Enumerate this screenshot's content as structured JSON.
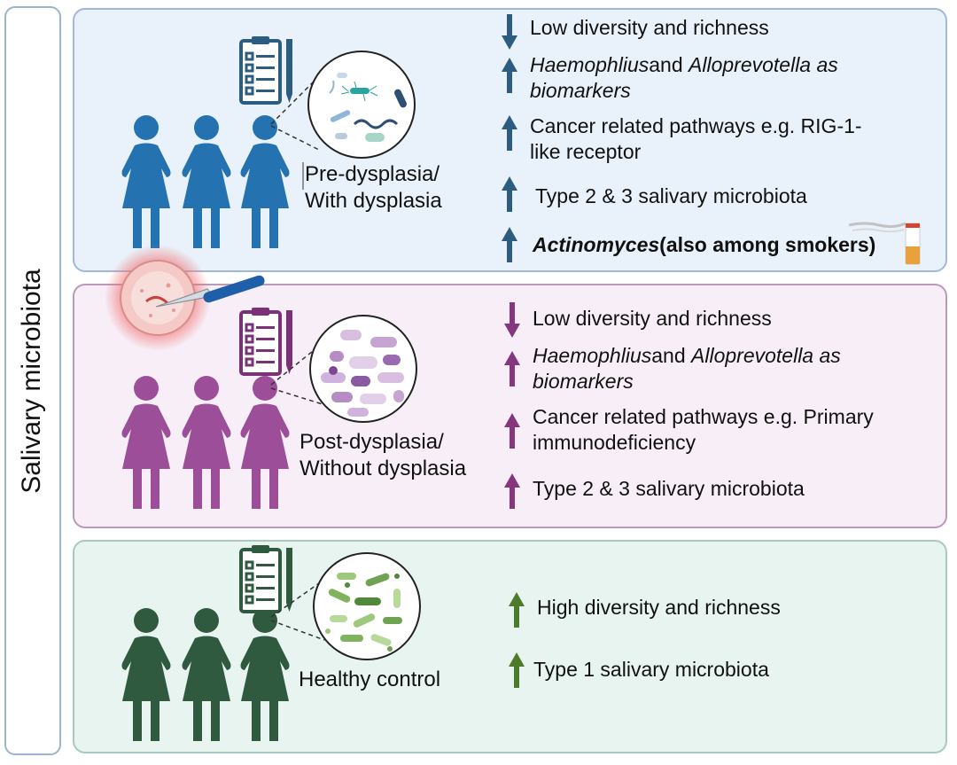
{
  "sidebar_title": "Salivary microbiota",
  "colors": {
    "blue": "#2472b0",
    "purple": "#9c4f98",
    "green": "#2f5a40",
    "arrow_blue": "#2c5d80",
    "arrow_purple": "#86357f",
    "arrow_green": "#4e7a2c"
  },
  "pre": {
    "label_line1": "Pre-dysplasia/",
    "label_line2": "With dysplasia",
    "f1": "Low diversity and richness",
    "f2_genus1": "Haemophlius",
    "f2_and": "and ",
    "f2_genus2": "Alloprevotella as",
    "f2_tail": "biomarkers",
    "f3_line1": "Cancer related pathways e.g. RIG-1-",
    "f3_line2": "like receptor",
    "f4": "Type 2 & 3 salivary microbiota",
    "f5_genus": "Actinomyces",
    "f5_rest": "(also among smokers)"
  },
  "post": {
    "label_line1": "Post-dysplasia/",
    "label_line2": "Without dysplasia",
    "f1": "Low diversity and richness",
    "f2_genus1": "Haemophlius",
    "f2_and": "and ",
    "f2_genus2": "Alloprevotella as",
    "f2_tail": "biomarkers",
    "f3_line1": "Cancer related pathways e.g. Primary",
    "f3_line2": "immunodeficiency",
    "f4": "Type 2 & 3 salivary microbiota"
  },
  "healthy": {
    "label": "Healthy control",
    "f1": "High diversity and richness",
    "f2": "Type 1 salivary microbiota"
  }
}
